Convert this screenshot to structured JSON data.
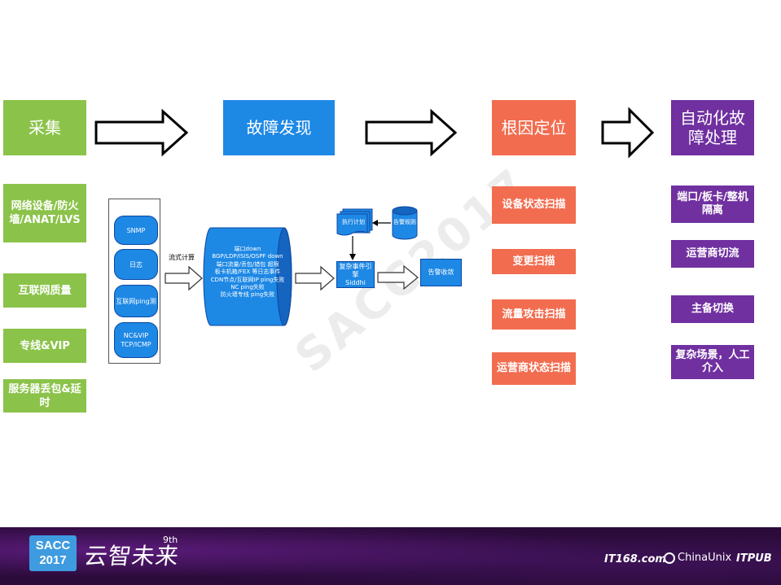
{
  "stages": {
    "collect": "采集",
    "detect": "故障发现",
    "locate": "根因定位",
    "handle": "自动化故\n障处理"
  },
  "collect_items": [
    "网络设备/防火墙/ANAT/LVS",
    "互联网质量",
    "专线&VIP",
    "服务器丢包&延时"
  ],
  "sources": [
    "SNMP",
    "日志",
    "互联网ping测",
    "NC&VIP\nTCP/ICMP"
  ],
  "stream_label": "流式计算",
  "events": [
    "端口down",
    "BGP/LDP/ISIS/OSPF down",
    "端口流量/丢包/错包 超限",
    "板卡机箱/FEX 等日志事件",
    "CDN节点/互联网IP ping失败",
    "NC ping失败",
    "防火墙专线 ping失败"
  ],
  "plan_label": "执行计划",
  "rules_label": "告警规则",
  "engine_label": "复杂事件引擎\nSiddhi",
  "converge_label": "告警收敛",
  "locate_items": [
    "设备状态扫描",
    "变更扫描",
    "流量攻击扫描",
    "运营商状态扫描"
  ],
  "handle_items": [
    "端口/板卡/整机隔离",
    "运营商切流",
    "主备切换",
    "复杂场景，人工介入"
  ],
  "watermark": "SACC2017",
  "footer": {
    "logo_top": "SACC",
    "logo_bottom": "2017",
    "slogan": "云智未来",
    "edition": "9th",
    "partners": [
      "IT168.com",
      "ChinaUnix",
      "ITPUB"
    ]
  },
  "colors": {
    "green": "#8bc34a",
    "blue": "#1e88e5",
    "orange": "#f26c4f",
    "purple": "#7030a0"
  }
}
